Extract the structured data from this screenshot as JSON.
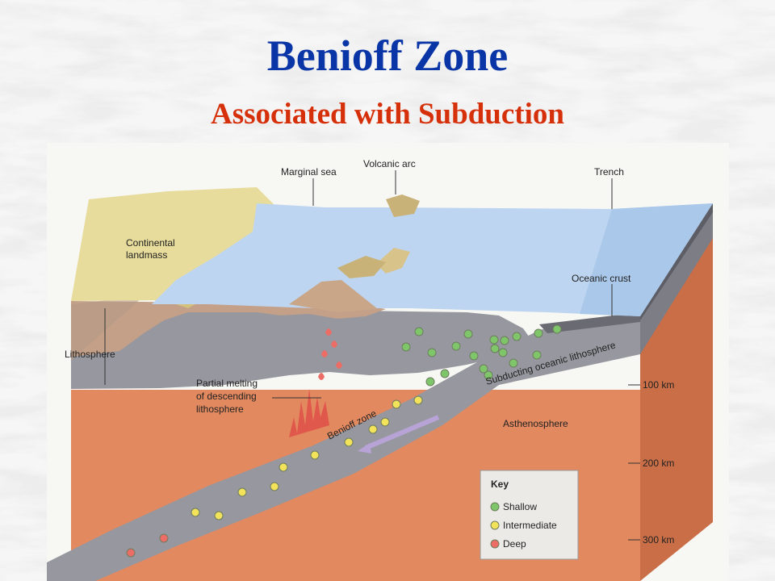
{
  "title": "Benioff Zone",
  "subtitle": "Associated with Subduction",
  "labels": {
    "marginal_sea": "Marginal sea",
    "volcanic_arc": "Volcanic arc",
    "trench": "Trench",
    "continental_landmass_1": "Continental",
    "continental_landmass_2": "landmass",
    "oceanic_crust": "Oceanic crust",
    "lithosphere": "Lithosphere",
    "partial_melting_1": "Partial melting",
    "partial_melting_2": "of descending",
    "partial_melting_3": "lithosphere",
    "subducting_lithosphere": "Subducting oceanic lithosphere",
    "benioff_zone": "Benioff zone",
    "asthenosphere": "Asthenosphere"
  },
  "depth_scale": [
    "100 km",
    "200 km",
    "300 km"
  ],
  "key": {
    "title": "Key",
    "items": [
      {
        "label": "Shallow",
        "color": "#7fc66b"
      },
      {
        "label": "Intermediate",
        "color": "#f2e35a"
      },
      {
        "label": "Deep",
        "color": "#ec6c66"
      }
    ]
  },
  "colors": {
    "title": "#0a35a6",
    "subtitle": "#d6300b",
    "asthenosphere": "#e3895f",
    "lithosphere": "#97979f",
    "ocean": "#bdd5f0",
    "continent": "#e8dc9c"
  }
}
